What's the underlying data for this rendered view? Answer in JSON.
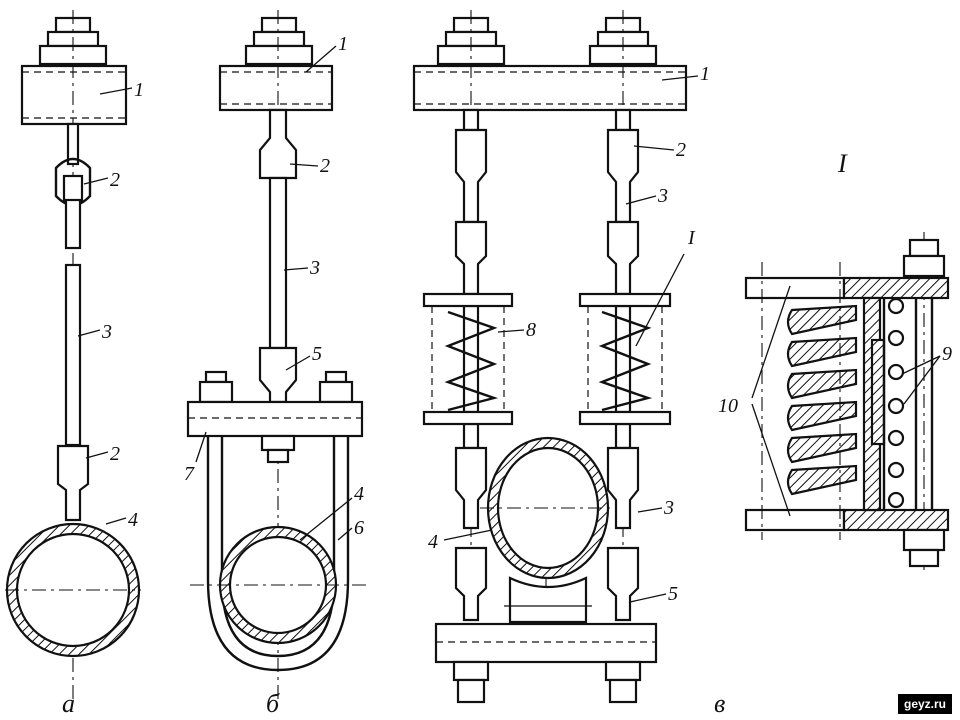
{
  "views": [
    {
      "id": "a",
      "caption": "а"
    },
    {
      "id": "b",
      "caption": "б"
    },
    {
      "id": "v",
      "caption": "в"
    },
    {
      "id": "detail",
      "caption": "I"
    }
  ],
  "labels": {
    "a": [
      "1",
      "2",
      "3",
      "2",
      "4"
    ],
    "b": [
      "1",
      "2",
      "3",
      "5",
      "4",
      "6",
      "7"
    ],
    "v": [
      "1",
      "2",
      "3",
      "I",
      "8",
      "3",
      "4",
      "5"
    ],
    "detail": [
      "9",
      "10"
    ]
  },
  "watermark": "geyz.ru"
}
